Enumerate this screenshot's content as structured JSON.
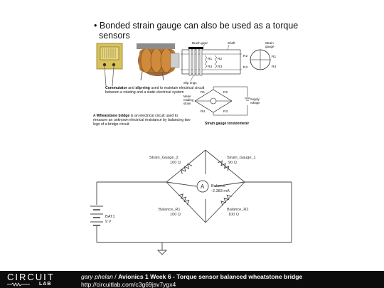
{
  "slide": {
    "bullet": "•",
    "title_line1": "Bonded strain gauge can also be used as a torque",
    "title_line2": "sensors",
    "commutator": {
      "bold": "Commutator",
      "and": " and ",
      "bold2": "slip-ring",
      "rest": " used to maintain electrical circuit between a rotating and a static electrical system"
    },
    "wheatstone": {
      "prefix": "A ",
      "bold": "Wheatstone bridge",
      "rest": " is an electrical circuit used to measure an unknown electrical resistance by balancing two legs of a bridge circuit"
    },
    "shaft_diagram": {
      "brush_gear": "Brush gear",
      "shaft": "Shaft",
      "slip_rings": "Slip rings",
      "r1": "R1",
      "r2": "R2",
      "r3": "R3",
      "r4": "R4"
    },
    "gauge_diagram": {
      "strain": "Strain",
      "gauge": "gauge",
      "r1": "R1",
      "r2": "R2",
      "r3": "R3",
      "r4": "R4"
    },
    "bridge_diagram": {
      "meter": "Meter",
      "reading": "reading",
      "strain": "strain",
      "supply": "Supply",
      "voltage": "voltage",
      "r1": "R1",
      "r2": "R2",
      "r3": "R3",
      "r4": "R4",
      "caption": "Strain gauge torsionmeter"
    }
  },
  "circuit": {
    "strain_gauge_2": {
      "name": "Strain_Guage_2",
      "value": "100 Ω"
    },
    "strain_gauge_1": {
      "name": "Strain_Gauge_1",
      "value": "90 Ω"
    },
    "balance_r1": {
      "name": "Balance_R1",
      "value": "100 Ω"
    },
    "balance_r2": {
      "name": "Balance_R2",
      "value": "100 Ω"
    },
    "balance": {
      "name": "Balance",
      "value": "-2.383 mA"
    },
    "battery": {
      "name": "BAT1",
      "value": "9 V"
    }
  },
  "footer": {
    "logo_top": "CIRCUIT",
    "logo_bottom": "LAB",
    "author": "gary phelan",
    "separator": " / ",
    "title": "Avionics 1 Week 6 - Torque sensor balanced wheatstone bridge",
    "url": "http://circuitlab.com/c3g69jsv7ygx4"
  },
  "colors": {
    "wire": "#444444",
    "footer_bg": "#0c0c0c",
    "slip_ring_copper": "#b8752b",
    "gauge_yellow": "#d9c25a"
  }
}
